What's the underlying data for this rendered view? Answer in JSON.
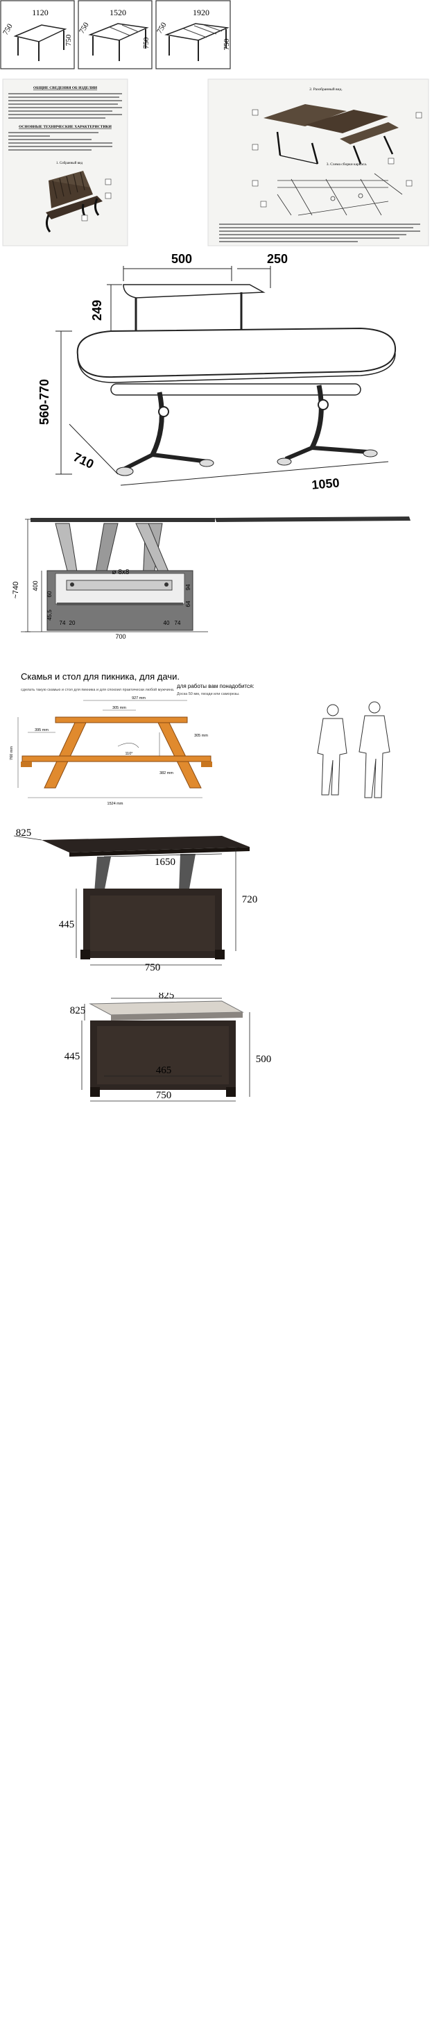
{
  "top_tables": [
    {
      "width": "1120",
      "depth": "750",
      "height": "750"
    },
    {
      "width": "1520",
      "depth": "750",
      "height": "750"
    },
    {
      "width": "1920",
      "depth": "750",
      "height": "750"
    }
  ],
  "manual": {
    "left_title": "ОБЩИЕ СВЕДЕНИЯ ОБ ИЗДЕЛИИ",
    "left_body": "Скамейка-трансформер изготовлена из натурального дерева, каркас металлический — это многоточия мебели для отдыха на природе или в загородном доме. Особенность данной мебели заключается в том, что из одной скамейки в сложенном виде. Вы получаете полнофункциональный уголок с двумя лавками на месте дерева и разложенном виде.",
    "left_title2": "ОСНОВНЫЕ ТЕХНИЧЕСКИЕ ХАРАКТЕРИСТИКИ",
    "left_specs": "Размер в сложенном виде: Длина 1800мм Высота 850мм Ширина 600мм. Размеры в разложенном виде (1 стол и 2 скамьи). Цвет каркаса: черный (дерево на выбор: зеленый, коричневый)",
    "fig1": "1. Собранный вид",
    "fig2": "2. Разобранный вид.",
    "fig3": "3. Схема сборки каркаса.",
    "right_body": "Перед сборкой внимательно ознакомьтесь с данной инструкцией, проверьте комплектность фурнитуры и разбейте их по назначению. Для удобства сборку рекомендуется проводить вдвоем."
  },
  "desk": {
    "shelf_width": "500",
    "shelf_depth": "250",
    "shelf_height": "249",
    "height_range": "560-770",
    "depth": "710",
    "width": "1050"
  },
  "mechanism": {
    "height": "~740",
    "box_height": "400",
    "bolt": "ø 8x8",
    "dim_60": "60",
    "dim_94": "94",
    "dim_455": "45,5",
    "dim_64": "64",
    "dim_74a": "74",
    "dim_20": "20",
    "dim_40": "40",
    "dim_74b": "74",
    "width": "700"
  },
  "picnic": {
    "title": "Скамья и стол для пикника, для дачи.",
    "left_note": "сделать такую скамью и стол для пикника и для спокоил практически любой мужчина.",
    "right_title": "для работы вам понадобится:",
    "right_note": "Доска 50 мм, гвозди или саморезы.",
    "dim_top": "927 mm",
    "dim_inner": "305 mm",
    "dim_seat": "395 mm",
    "dim_angle": "110°",
    "dim_total_h": "760 mm",
    "dim_mid": "382 mm",
    "dim_leg": "305 mm",
    "dim_base": "1524 mm"
  },
  "coffee_open": {
    "depth": "825",
    "length": "1650",
    "height_open": "720",
    "height_closed": "445",
    "width": "750"
  },
  "coffee_closed": {
    "top": "825",
    "depth": "825",
    "height_left": "445",
    "height_right": "500",
    "inner": "465",
    "width": "750"
  }
}
